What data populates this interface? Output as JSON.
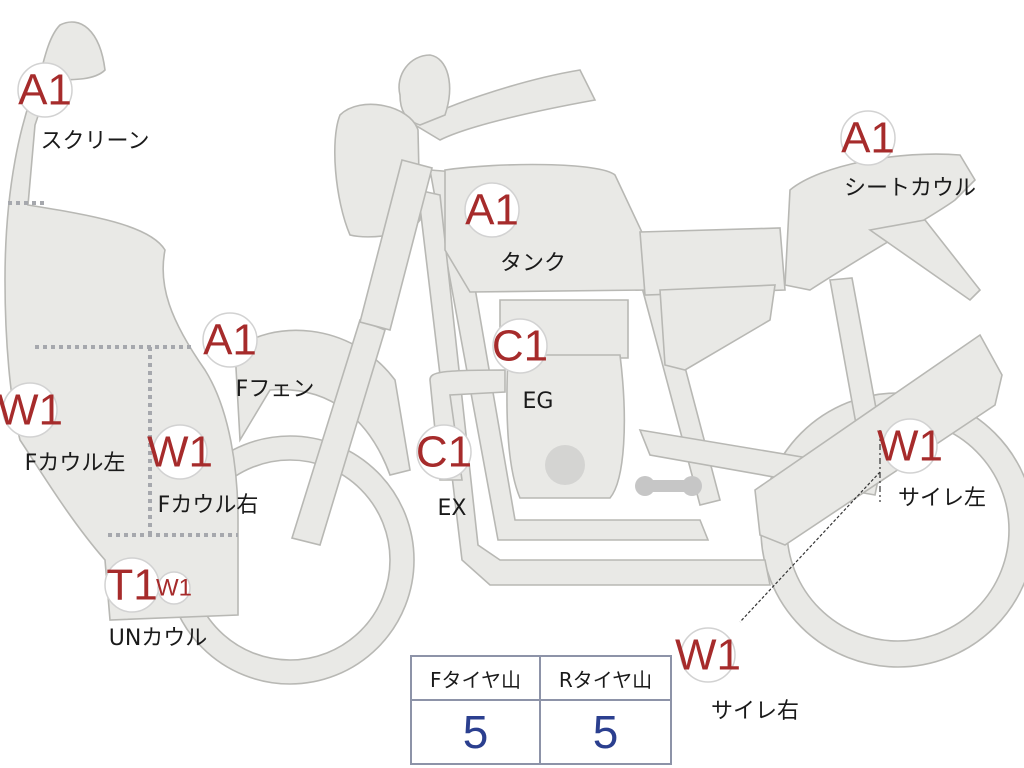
{
  "labels": [
    {
      "key": "screen",
      "grade": "A1",
      "text": "スクリーン"
    },
    {
      "key": "seat-cowl",
      "grade": "A1",
      "text": "シートカウル"
    },
    {
      "key": "tank",
      "grade": "A1",
      "text": "タンク"
    },
    {
      "key": "f-fender",
      "grade": "A1",
      "text": "Fフェン"
    },
    {
      "key": "engine",
      "grade": "C1",
      "text": "EG"
    },
    {
      "key": "exhaust",
      "grade": "C1",
      "text": "EX"
    },
    {
      "key": "f-cowl-left",
      "grade": "W1",
      "text": "Fカウル左"
    },
    {
      "key": "f-cowl-right",
      "grade": "W1",
      "text": "Fカウル右"
    },
    {
      "key": "under-cowl",
      "grade": "T1",
      "grade2": "W1",
      "text": "UNカウル"
    },
    {
      "key": "muffler-left",
      "grade": "W1",
      "text": "サイレ左"
    },
    {
      "key": "muffler-right",
      "grade": "W1",
      "text": "サイレ右"
    }
  ],
  "tire_table": {
    "front_label": "Fタイヤ山",
    "rear_label": "Rタイヤ山",
    "front_value": "5",
    "rear_value": "5"
  }
}
